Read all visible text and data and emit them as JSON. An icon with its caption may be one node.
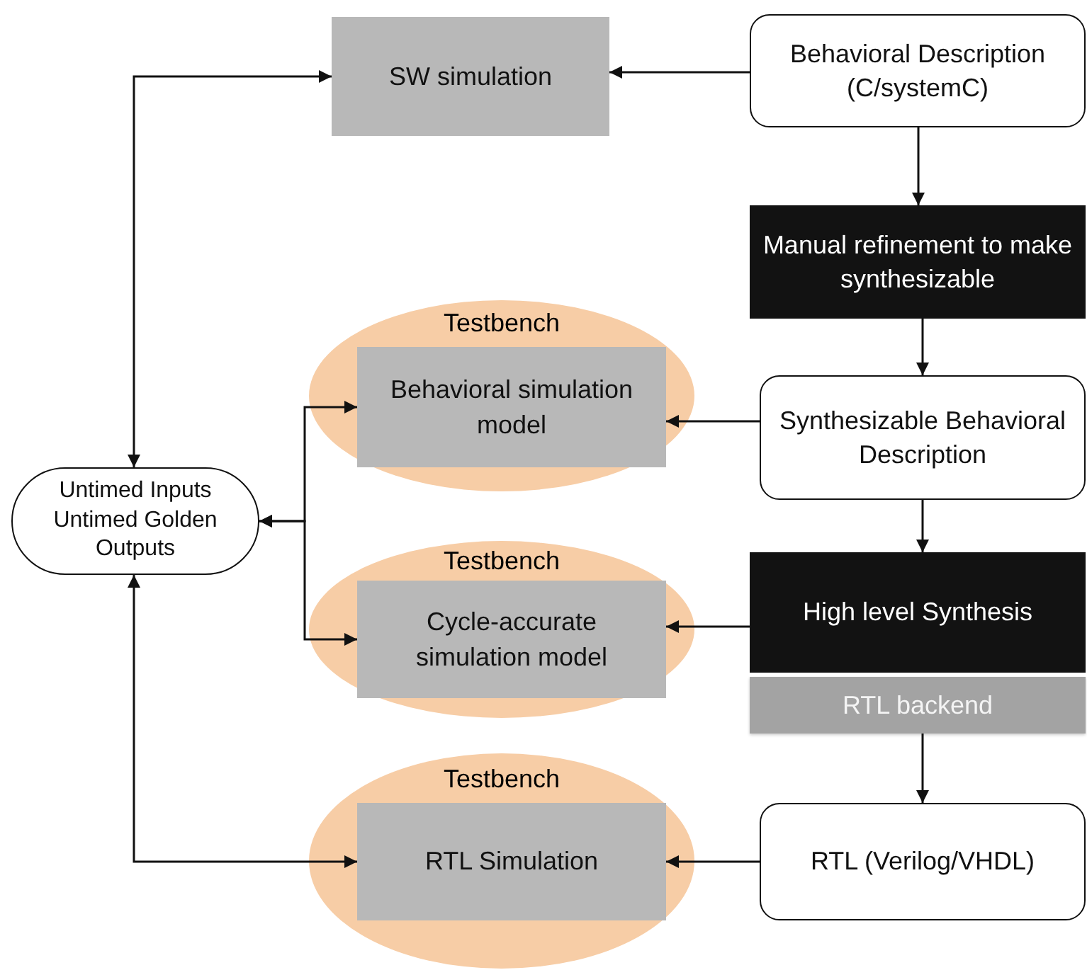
{
  "diagram": {
    "nodes": [
      {
        "text": [
          "SW simulation"
        ]
      },
      {
        "text": [
          "Behavioral Description (C/systemC)"
        ]
      },
      {
        "text": [
          "Manual refinement to make synthesizable"
        ]
      },
      {
        "text": [
          "Testbench"
        ]
      },
      {
        "text": [
          "Behavioral simulation model"
        ],
        "in": 3
      },
      {
        "text": [
          "Synthesizable Behavioral Description"
        ]
      },
      {
        "text": [
          "Untimed Inputs Untimed Golden Outputs"
        ]
      },
      {
        "text": [
          "Testbench"
        ]
      },
      {
        "text": [
          "Cycle-accurate simulation model"
        ],
        "in": 7
      },
      {
        "text": [
          "High level Synthesis"
        ]
      },
      {
        "text": [
          "RTL backend"
        ]
      },
      {
        "text": [
          "Testbench"
        ]
      },
      {
        "text": [
          "RTL Simulation"
        ],
        "in": 11
      },
      {
        "text": [
          "RTL (Verilog/VHDL)"
        ]
      }
    ],
    "edges": [
      {
        "from": 1,
        "to": 0,
        "arrow": "to"
      },
      {
        "from": 1,
        "to": 2,
        "arrow": "to"
      },
      {
        "from": 2,
        "to": 5,
        "arrow": "to"
      },
      {
        "from": 5,
        "to": 4,
        "arrow": "to"
      },
      {
        "from": 5,
        "to": 9,
        "arrow": "to"
      },
      {
        "from": 9,
        "to": 8,
        "arrow": "to"
      },
      {
        "from": 10,
        "to": 13,
        "arrow": "to"
      },
      {
        "from": 13,
        "to": 12,
        "arrow": "to"
      },
      {
        "from": 6,
        "to": 0,
        "arrow": "both"
      },
      {
        "from": 6,
        "to": 4,
        "arrow": "both"
      },
      {
        "from": 6,
        "to": 8,
        "arrow": "both"
      },
      {
        "from": 6,
        "to": 12,
        "arrow": "both"
      }
    ]
  }
}
